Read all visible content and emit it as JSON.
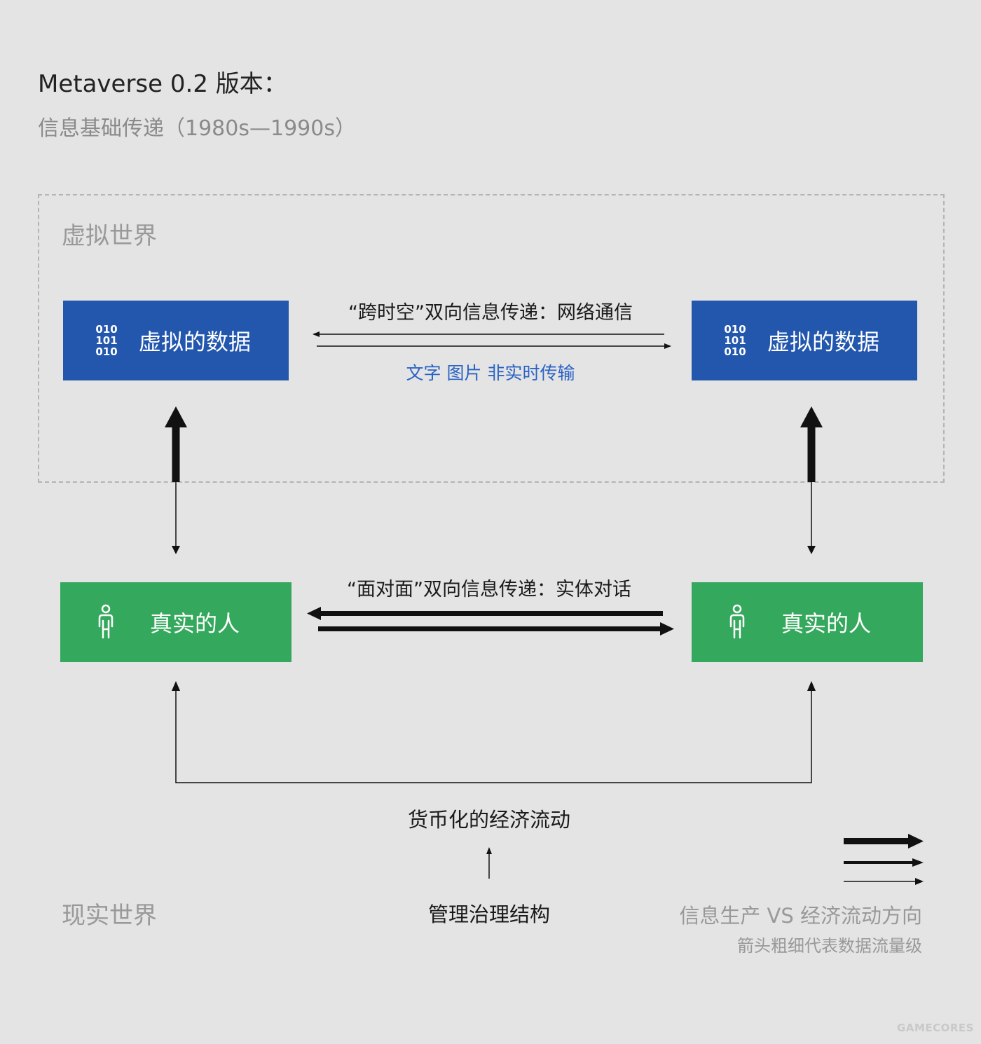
{
  "header": {
    "title": "Metaverse 0.2 版本：",
    "subtitle": "信息基础传递（1980s—1990s）"
  },
  "virtual_world": {
    "label": "虚拟世界",
    "left_node": {
      "label": "虚拟的数据",
      "icon": "binary-data-icon",
      "binary": [
        "010",
        "101",
        "010"
      ]
    },
    "right_node": {
      "label": "虚拟的数据",
      "icon": "binary-data-icon",
      "binary": [
        "010",
        "101",
        "010"
      ]
    },
    "link_top_label": "“跨时空”双向信息传递：网络通信",
    "link_bottom_label": "文字  图片  非实时传输"
  },
  "real_world": {
    "label": "现实世界",
    "left_node": {
      "label": "真实的人",
      "icon": "person-icon"
    },
    "right_node": {
      "label": "真实的人",
      "icon": "person-icon"
    },
    "link_label": "“面对面”双向信息传递：实体对话"
  },
  "economy": {
    "flow_label": "货币化的经济流动",
    "governance_label": "管理治理结构"
  },
  "legend": {
    "title": "信息生产 VS 经济流动方向",
    "subtitle": "箭头粗细代表数据流量级"
  },
  "watermark": "GAMECORES",
  "colors": {
    "background": "#e4e4e4",
    "virtual_node": "#2257ad",
    "real_node": "#34a85c",
    "accent_text": "#2a63c4",
    "muted_text": "#999999"
  }
}
